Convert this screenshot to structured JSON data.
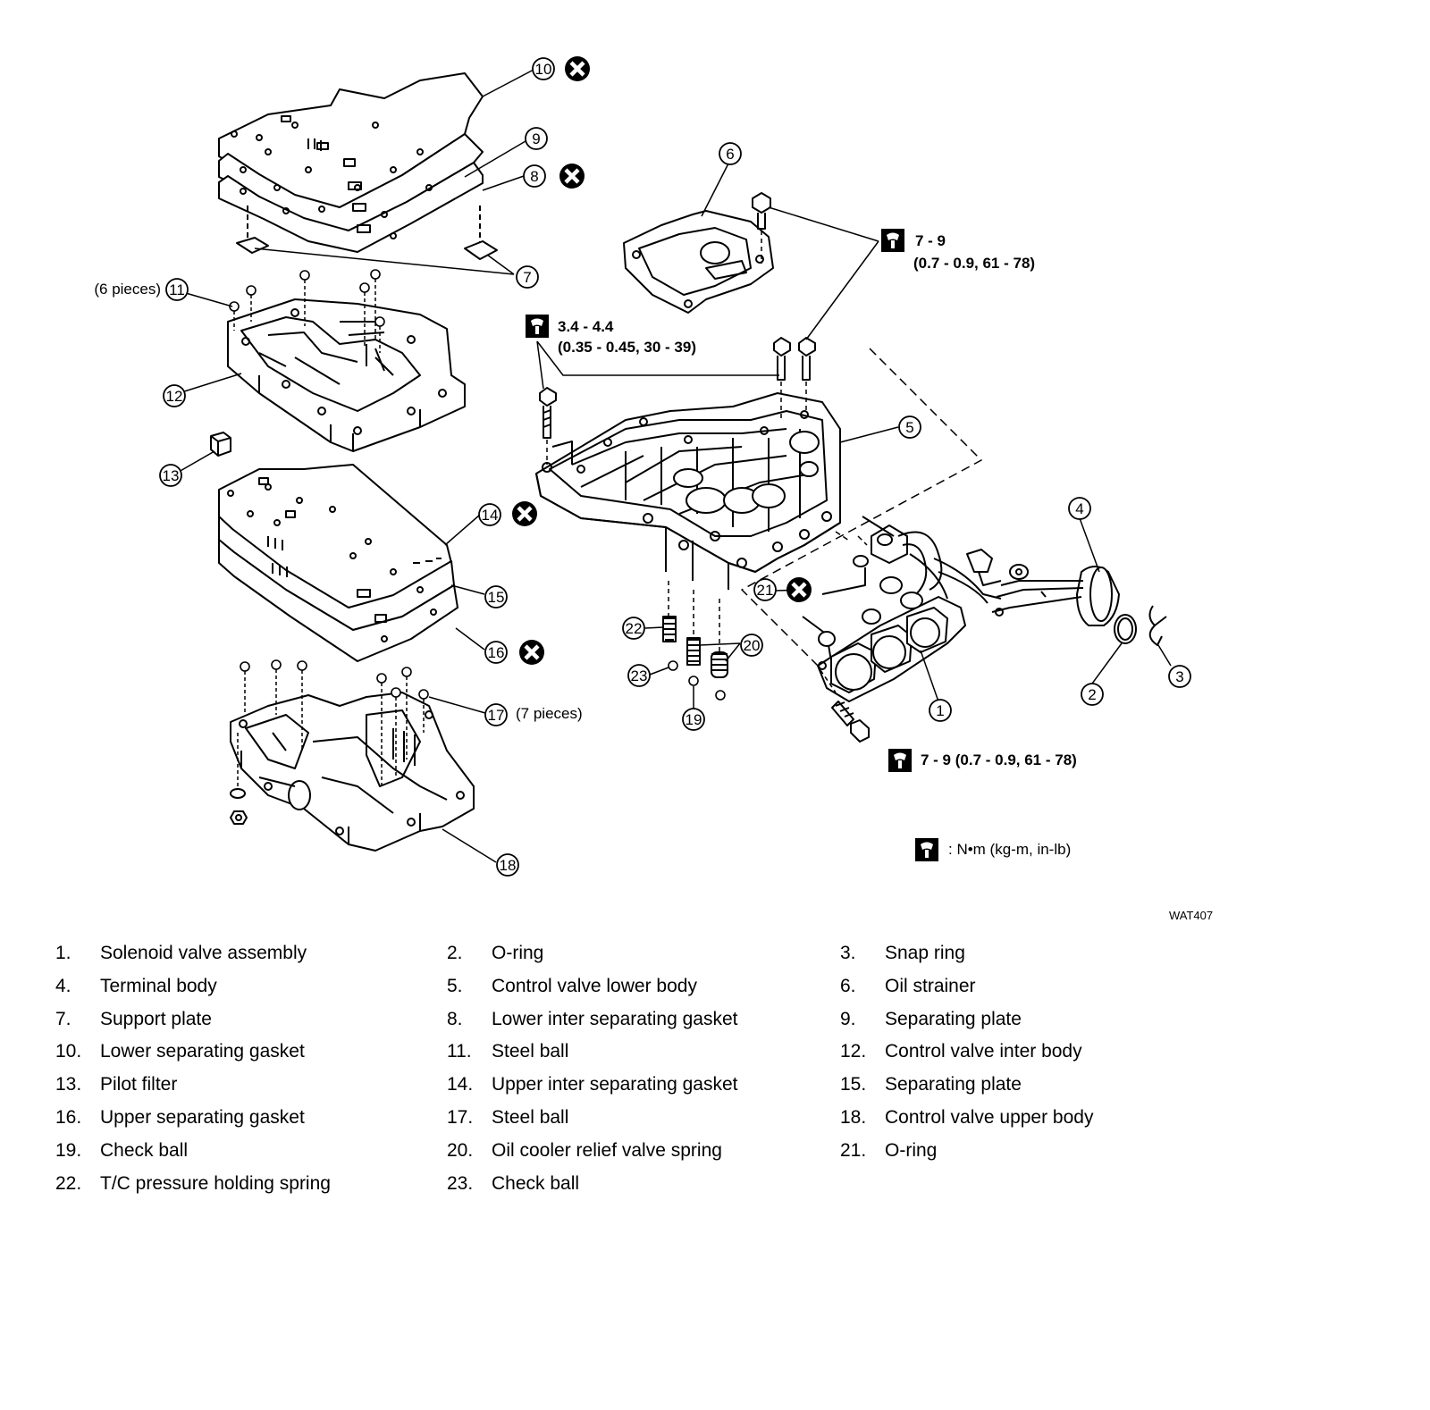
{
  "figure_id": "WAT407",
  "callouts": {
    "c11_qty": "(6 pieces)",
    "c17_qty": "(7 pieces)"
  },
  "torque": {
    "t1_main": "7 - 9",
    "t1_sub": "(0.7 - 0.9, 61 - 78)",
    "t2_main": "3.4 - 4.4",
    "t2_sub": "(0.35 - 0.45, 30 - 39)",
    "t3": "7 - 9 (0.7 - 0.9, 61 - 78)",
    "units": ": N•m (kg-m, in-lb)"
  },
  "icons": [
    "torque-wrench-icon",
    "replace-part-icon"
  ],
  "parts": [
    {
      "num": "1.",
      "name": "Solenoid valve assembly"
    },
    {
      "num": "2.",
      "name": "O-ring"
    },
    {
      "num": "3.",
      "name": "Snap ring"
    },
    {
      "num": "4.",
      "name": "Terminal body"
    },
    {
      "num": "5.",
      "name": "Control valve lower body"
    },
    {
      "num": "6.",
      "name": "Oil strainer"
    },
    {
      "num": "7.",
      "name": "Support plate"
    },
    {
      "num": "8.",
      "name": "Lower inter separating gasket"
    },
    {
      "num": "9.",
      "name": "Separating plate"
    },
    {
      "num": "10.",
      "name": "Lower separating gasket"
    },
    {
      "num": "11.",
      "name": "Steel ball"
    },
    {
      "num": "12.",
      "name": "Control valve inter body"
    },
    {
      "num": "13.",
      "name": "Pilot filter"
    },
    {
      "num": "14.",
      "name": "Upper inter separating gasket"
    },
    {
      "num": "15.",
      "name": "Separating plate"
    },
    {
      "num": "16.",
      "name": "Upper separating gasket"
    },
    {
      "num": "17.",
      "name": "Steel ball"
    },
    {
      "num": "18.",
      "name": "Control valve upper body"
    },
    {
      "num": "19.",
      "name": "Check ball"
    },
    {
      "num": "20.",
      "name": "Oil cooler relief valve spring"
    },
    {
      "num": "21.",
      "name": "O-ring"
    },
    {
      "num": "22.",
      "name": "T/C pressure holding spring"
    },
    {
      "num": "23.",
      "name": "Check ball"
    }
  ]
}
